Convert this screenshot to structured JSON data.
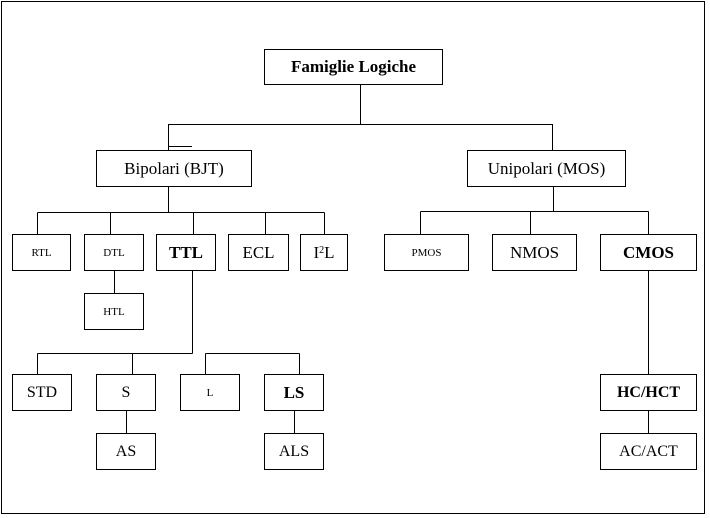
{
  "diagram": {
    "root": "Famiglie Logiche",
    "bipolari": "Bipolari (BJT)",
    "unipolari": "Unipolari (MOS)",
    "rtl": "RTL",
    "dtl": "DTL",
    "htl": "HTL",
    "ttl": "TTL",
    "ecl": "ECL",
    "i2l": {
      "base": "I",
      "sup": "2",
      "tail": "L"
    },
    "pmos": "PMOS",
    "nmos": "NMOS",
    "cmos": "CMOS",
    "std": "STD",
    "s": "S",
    "l": "L",
    "ls": "LS",
    "as": "AS",
    "als": "ALS",
    "hc_hct": "HC/HCT",
    "ac_act": "AC/ACT"
  }
}
